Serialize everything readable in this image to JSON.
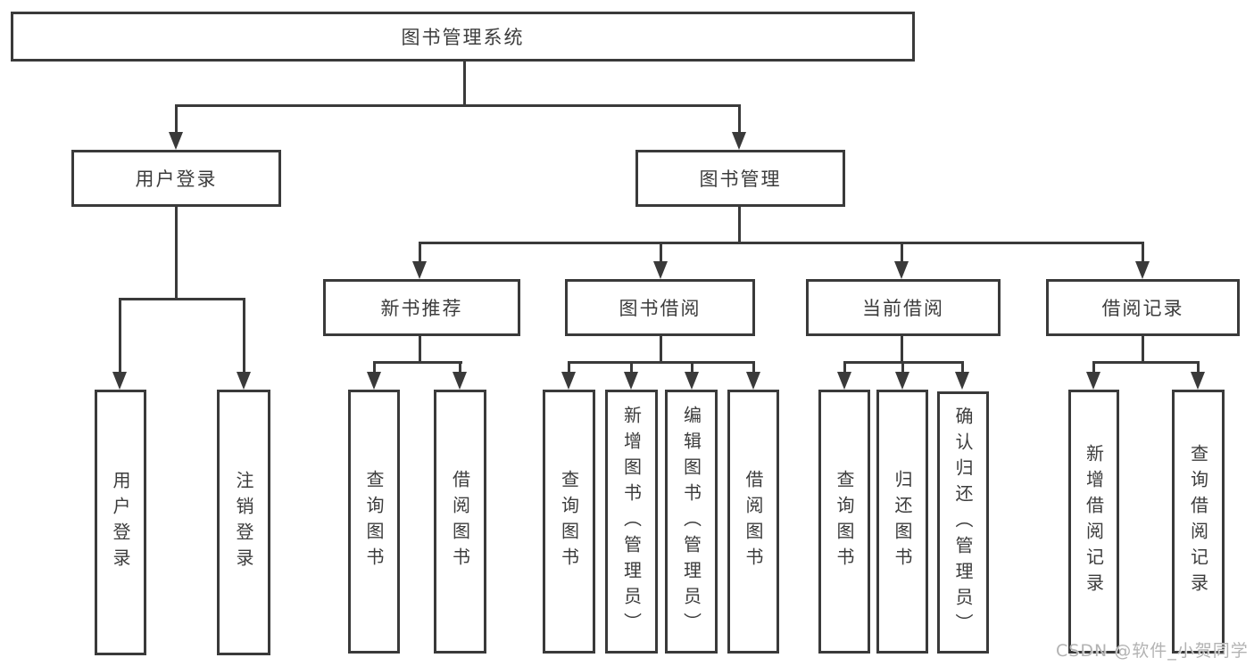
{
  "tree": {
    "root": {
      "label": "图书管理系统"
    },
    "level2": [
      {
        "label": "用户登录",
        "children": [
          {
            "label": "用户登录"
          },
          {
            "label": "注销登录"
          }
        ]
      },
      {
        "label": "图书管理",
        "children": [
          {
            "label": "新书推荐",
            "children": [
              {
                "label": "查询图书"
              },
              {
                "label": "借阅图书"
              }
            ]
          },
          {
            "label": "图书借阅",
            "children": [
              {
                "label": "查询图书"
              },
              {
                "label": "新增图书（管理员）"
              },
              {
                "label": "编辑图书（管理员）"
              },
              {
                "label": "借阅图书"
              }
            ]
          },
          {
            "label": "当前借阅",
            "children": [
              {
                "label": "查询图书"
              },
              {
                "label": "归还图书"
              },
              {
                "label": "确认归还（管理员）"
              }
            ]
          },
          {
            "label": "借阅记录",
            "children": [
              {
                "label": "新增借阅记录"
              },
              {
                "label": "查询借阅记录"
              }
            ]
          }
        ]
      }
    ]
  },
  "watermark": "CSDN @软件_小贺同学",
  "colors": {
    "line": "#3a3a3a",
    "text": "#3c3c3c",
    "watermark": "#b3b3b3",
    "background": "#ffffff"
  }
}
